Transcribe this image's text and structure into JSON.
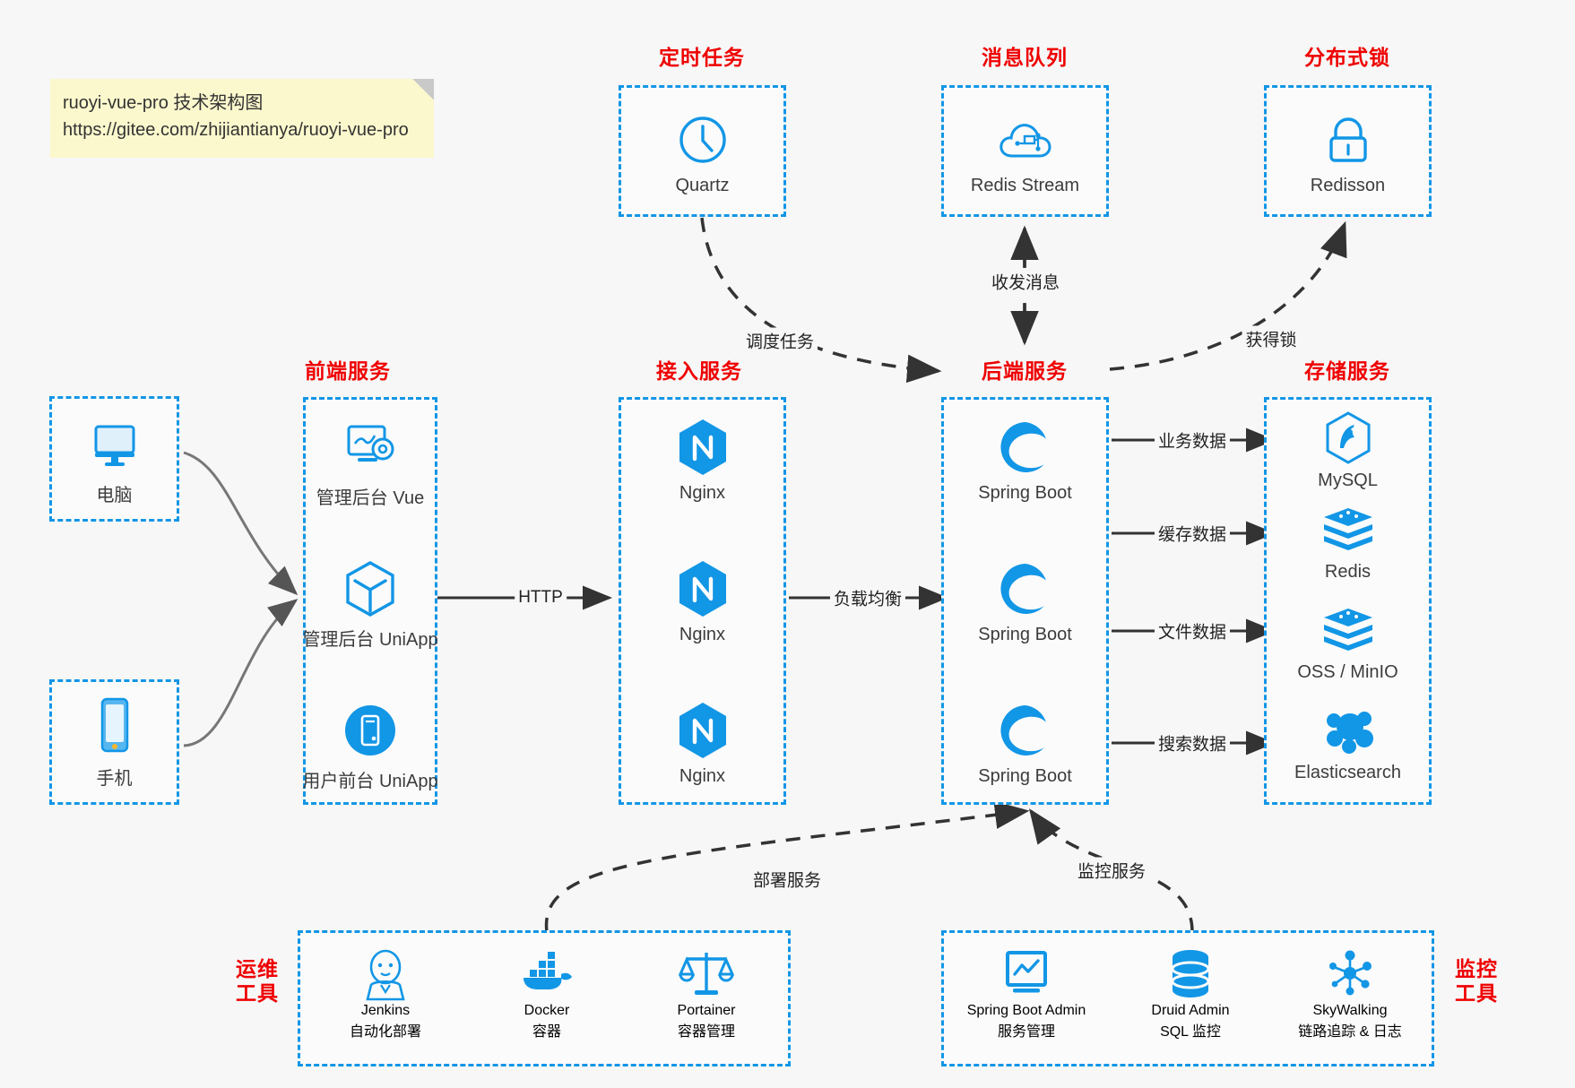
{
  "note": {
    "line1": "ruoyi-vue-pro 技术架构图",
    "line2": "https://gitee.com/zhijiantianya/ruoyi-vue-pro"
  },
  "colors": {
    "group_label": "#ef0000",
    "box_border": "#1296e6",
    "icon_blue": "#1296e6",
    "icon_blue_dark": "#0b84d6",
    "edge": "#333333",
    "background": "#f7f7f7",
    "sticky": "#fbf8cd"
  },
  "groups": {
    "scheduled_task": {
      "label": "定时任务",
      "nodes": [
        {
          "name": "Quartz",
          "icon": "clock-icon"
        }
      ]
    },
    "message_queue": {
      "label": "消息队列",
      "nodes": [
        {
          "name": "Redis Stream",
          "icon": "cloud-stream-icon"
        }
      ]
    },
    "distributed_lock": {
      "label": "分布式锁",
      "nodes": [
        {
          "name": "Redisson",
          "icon": "lock-icon"
        }
      ]
    },
    "clients": {
      "nodes": [
        {
          "name": "电脑",
          "icon": "desktop-icon"
        },
        {
          "name": "手机",
          "icon": "phone-icon"
        }
      ]
    },
    "frontend": {
      "label": "前端服务",
      "nodes": [
        {
          "name": "管理后台 Vue",
          "icon": "dashboard-gear-icon"
        },
        {
          "name": "管理后台 UniApp",
          "icon": "cube-icon"
        },
        {
          "name": "用户前台 UniApp",
          "icon": "mobile-circle-icon"
        }
      ]
    },
    "gateway": {
      "label": "接入服务",
      "nodes": [
        {
          "name": "Nginx",
          "icon": "nginx-icon"
        },
        {
          "name": "Nginx",
          "icon": "nginx-icon"
        },
        {
          "name": "Nginx",
          "icon": "nginx-icon"
        }
      ]
    },
    "backend": {
      "label": "后端服务",
      "nodes": [
        {
          "name": "Spring Boot",
          "icon": "spring-icon"
        },
        {
          "name": "Spring Boot",
          "icon": "spring-icon"
        },
        {
          "name": "Spring Boot",
          "icon": "spring-icon"
        }
      ]
    },
    "storage": {
      "label": "存储服务",
      "nodes": [
        {
          "name": "MySQL",
          "icon": "mysql-icon"
        },
        {
          "name": "Redis",
          "icon": "redis-icon"
        },
        {
          "name": "OSS / MinIO",
          "icon": "redis-icon"
        },
        {
          "name": "Elasticsearch",
          "icon": "elasticsearch-icon"
        }
      ]
    },
    "devops": {
      "label_line1": "运维",
      "label_line2": "工具",
      "nodes": [
        {
          "name": "Jenkins",
          "sub": "自动化部署",
          "icon": "jenkins-icon"
        },
        {
          "name": "Docker",
          "sub": "容器",
          "icon": "docker-icon"
        },
        {
          "name": "Portainer",
          "sub": "容器管理",
          "icon": "scales-icon"
        }
      ]
    },
    "monitoring": {
      "label_line1": "监控",
      "label_line2": "工具",
      "nodes": [
        {
          "name": "Spring Boot Admin",
          "sub": "服务管理",
          "icon": "monitor-chart-icon"
        },
        {
          "name": "Druid Admin",
          "sub": "SQL 监控",
          "icon": "database-icon"
        },
        {
          "name": "SkyWalking",
          "sub": "链路追踪 & 日志",
          "icon": "skywalking-icon"
        }
      ]
    }
  },
  "edges": [
    {
      "id": "edge-clients-frontend",
      "label": "",
      "style": "solid-curve"
    },
    {
      "id": "edge-frontend-gateway",
      "label": "HTTP",
      "style": "solid"
    },
    {
      "id": "edge-gateway-backend",
      "label": "负载均衡",
      "style": "solid"
    },
    {
      "id": "edge-backend-mysql",
      "label": "业务数据",
      "style": "solid"
    },
    {
      "id": "edge-backend-redis",
      "label": "缓存数据",
      "style": "solid"
    },
    {
      "id": "edge-backend-oss",
      "label": "文件数据",
      "style": "solid"
    },
    {
      "id": "edge-backend-es",
      "label": "搜索数据",
      "style": "solid"
    },
    {
      "id": "edge-quartz-backend",
      "label": "调度任务",
      "style": "dashed-curve"
    },
    {
      "id": "edge-backend-mq",
      "label": "收发消息",
      "style": "dashed-bidirectional"
    },
    {
      "id": "edge-backend-lock",
      "label": "获得锁",
      "style": "dashed-curve"
    },
    {
      "id": "edge-devops-backend",
      "label": "部署服务",
      "style": "dashed-curve"
    },
    {
      "id": "edge-monitoring-backend",
      "label": "监控服务",
      "style": "dashed-curve"
    }
  ]
}
